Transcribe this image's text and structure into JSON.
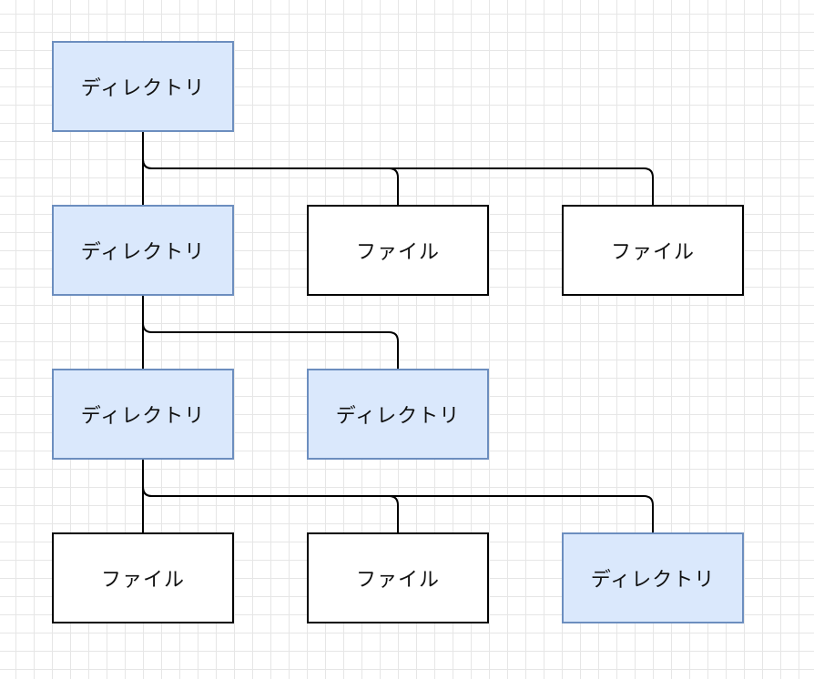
{
  "diagram": {
    "nodes": [
      {
        "id": "d0",
        "label": "ディレクトリ",
        "kind": "directory"
      },
      {
        "id": "d1",
        "label": "ディレクトリ",
        "kind": "directory"
      },
      {
        "id": "f1a",
        "label": "ファイル",
        "kind": "file"
      },
      {
        "id": "f1b",
        "label": "ファイル",
        "kind": "file"
      },
      {
        "id": "d2",
        "label": "ディレクトリ",
        "kind": "directory"
      },
      {
        "id": "d2b",
        "label": "ディレクトリ",
        "kind": "directory"
      },
      {
        "id": "f3a",
        "label": "ファイル",
        "kind": "file"
      },
      {
        "id": "f3b",
        "label": "ファイル",
        "kind": "file"
      },
      {
        "id": "d3",
        "label": "ディレクトリ",
        "kind": "directory"
      }
    ],
    "edges": [
      {
        "from": "d0",
        "to": "d1"
      },
      {
        "from": "d0",
        "to": "f1a"
      },
      {
        "from": "d0",
        "to": "f1b"
      },
      {
        "from": "d1",
        "to": "d2"
      },
      {
        "from": "d1",
        "to": "d2b"
      },
      {
        "from": "d2",
        "to": "f3a"
      },
      {
        "from": "d2",
        "to": "f3b"
      },
      {
        "from": "d2",
        "to": "d3"
      }
    ],
    "colors": {
      "directory_fill": "#dae8fc",
      "directory_stroke": "#6c8ebf",
      "file_fill": "#ffffff",
      "file_stroke": "#000000",
      "edge": "#000000"
    }
  }
}
